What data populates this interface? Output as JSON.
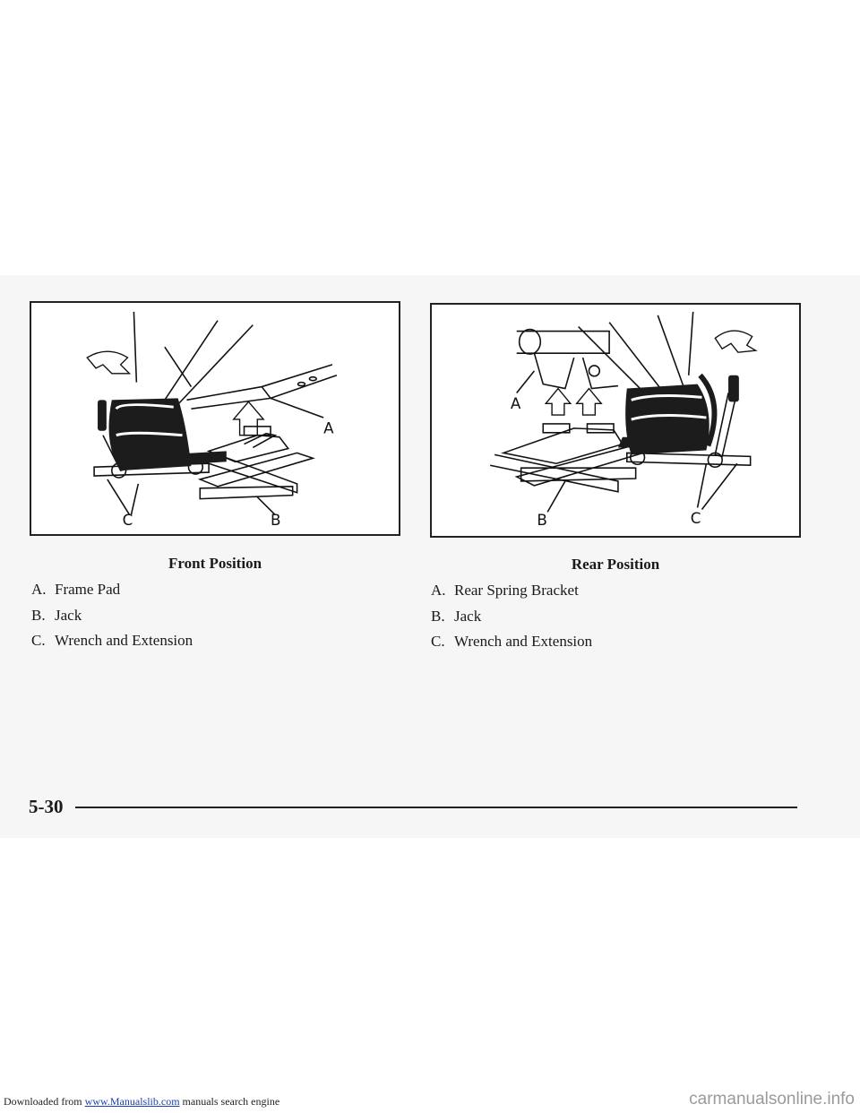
{
  "header_note": {
    "prefix": "Downloaded from",
    "link_text": "www.Manualslib.com",
    "suffix": "manuals search engine"
  },
  "front": {
    "title": "Front Position",
    "callouts": {
      "a": "A",
      "b": "B",
      "c": "C"
    },
    "items": [
      {
        "letter": "A.",
        "text": "Frame Pad"
      },
      {
        "letter": "B.",
        "text": "Jack"
      },
      {
        "letter": "C.",
        "text": "Wrench and Extension"
      }
    ]
  },
  "rear": {
    "title": "Rear Position",
    "callouts": {
      "a": "A",
      "b": "B",
      "c": "C"
    },
    "items": [
      {
        "letter": "A.",
        "text": "Rear Spring Bracket"
      },
      {
        "letter": "B.",
        "text": "Jack"
      },
      {
        "letter": "C.",
        "text": "Wrench and Extension"
      }
    ]
  },
  "page_number": "5-30",
  "watermark": "carmanualsonline.info"
}
